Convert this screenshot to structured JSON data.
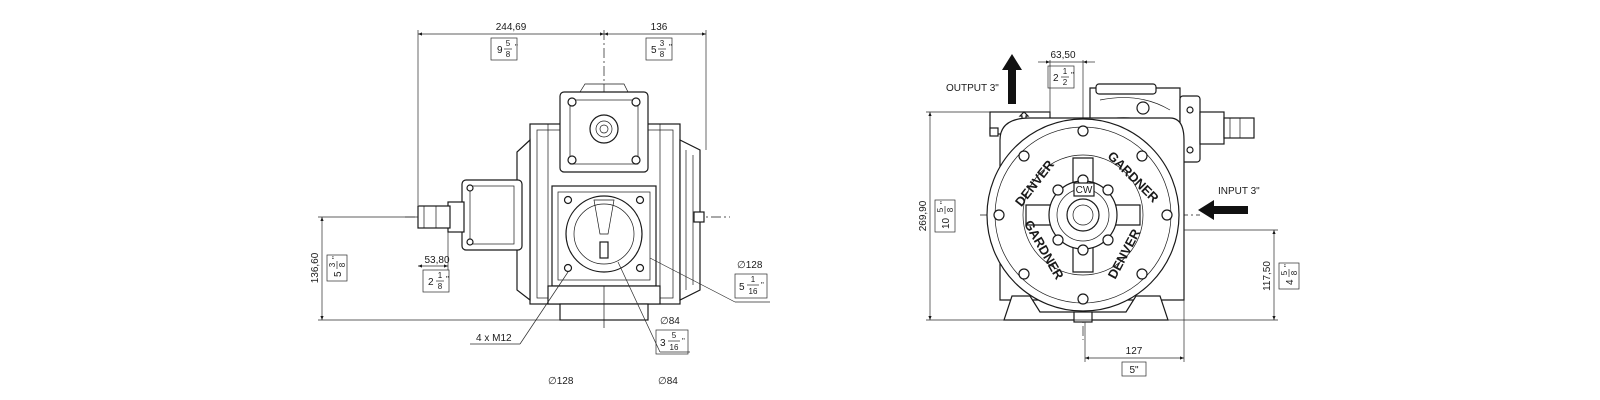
{
  "front_view": {
    "dim_width_left": {
      "mm": "244,69",
      "inch_whole": "9",
      "inch_num": "5",
      "inch_den": "8"
    },
    "dim_width_right": {
      "mm": "136",
      "inch_whole": "5",
      "inch_num": "3",
      "inch_den": "8"
    },
    "dim_height_shaft": {
      "mm": "136,60",
      "inch_whole": "5",
      "inch_num": "3",
      "inch_den": "8"
    },
    "dim_shaft_offset": {
      "mm": "53,80",
      "inch_whole": "2",
      "inch_num": "1",
      "inch_den": "8"
    },
    "dim_flange_outer": {
      "mm": "∅128",
      "inch_whole": "5",
      "inch_num": "1",
      "inch_den": "16"
    },
    "dim_flange_inner": {
      "mm": "∅84",
      "inch_whole": "3",
      "inch_num": "5",
      "inch_den": "16"
    },
    "bolt_callout": "4 x M12",
    "bottom_label_outer": "∅128",
    "bottom_label_inner": "∅84"
  },
  "side_view": {
    "output_label": "OUTPUT 3\"",
    "input_label": "INPUT 3\"",
    "dim_output_offset": {
      "mm": "63,50",
      "inch_whole": "2",
      "inch_num": "1",
      "inch_den": "2"
    },
    "dim_total_height": {
      "mm": "269,90",
      "inch_whole": "10",
      "inch_num": "5",
      "inch_den": "8"
    },
    "dim_input_height": {
      "mm": "117,50",
      "inch_whole": "4",
      "inch_num": "5",
      "inch_den": "8"
    },
    "dim_base_width": {
      "mm": "127",
      "inch": "5\""
    },
    "brand_top": "DENVER",
    "brand_top_right": "GARDNER",
    "brand_bottom_left": "GARDNER",
    "brand_bottom_right": "DENVER",
    "rotation_label": "CW"
  }
}
